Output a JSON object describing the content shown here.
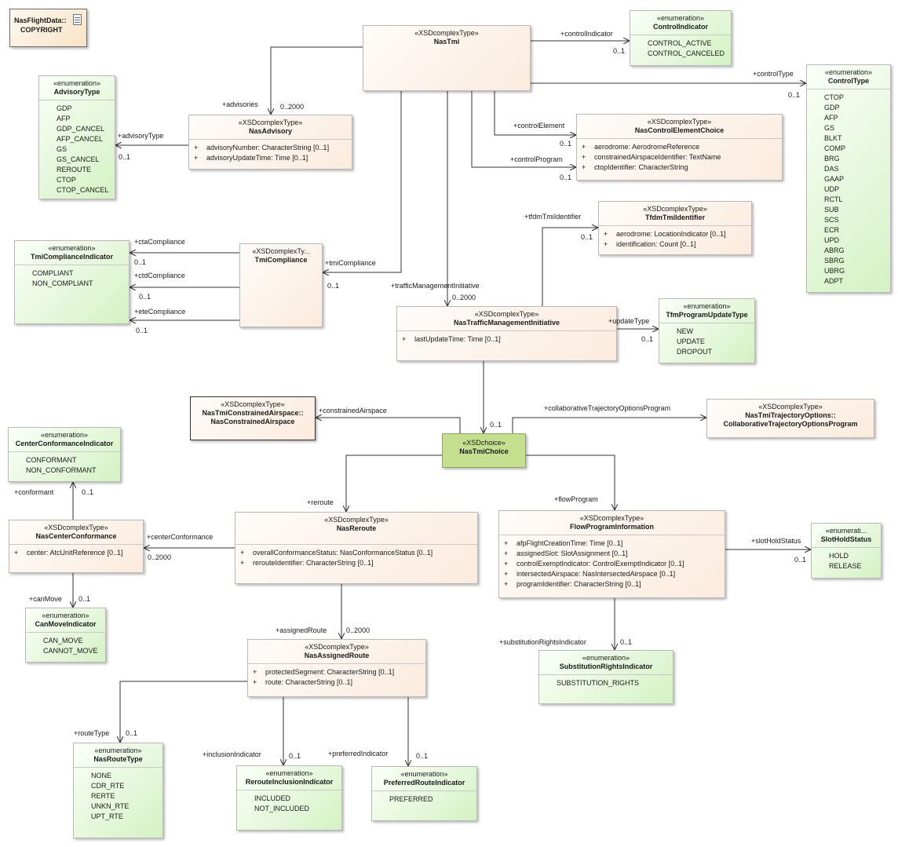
{
  "note": {
    "line1": "NasFlightData::",
    "line2": "COPYRIGHT"
  },
  "classes": {
    "nastmi": {
      "stereo": "«XSDcomplexType»",
      "name": "NasTmi"
    },
    "control_indicator": {
      "stereo": "«enumeration»",
      "name": "ControlIndicator",
      "items": [
        "CONTROL_ACTIVE",
        "CONTROL_CANCELED"
      ]
    },
    "control_type": {
      "stereo": "«enumeration»",
      "name": "ControlType",
      "items": [
        "CTOP",
        "GDP",
        "AFP",
        "GS",
        "BLKT",
        "COMP",
        "BRG",
        "DAS",
        "GAAP",
        "UDP",
        "RCTL",
        "SUB",
        "SCS",
        "ECR",
        "UPD",
        "ABRG",
        "SBRG",
        "UBRG",
        "ADPT"
      ]
    },
    "advisory_type": {
      "stereo": "«enumeration»",
      "name": "AdvisoryType",
      "items": [
        "GDP",
        "AFP",
        "GDP_CANCEL",
        "AFP_CANCEL",
        "GS",
        "GS_CANCEL",
        "REROUTE",
        "CTOP",
        "CTOP_CANCEL"
      ]
    },
    "nas_advisory": {
      "stereo": "«XSDcomplexType»",
      "name": "NasAdvisory",
      "attrs": [
        {
          "vis": "+",
          "text": "advisoryNumber: CharacterString [0..1]"
        },
        {
          "vis": "+",
          "text": "advisoryUpdateTime: Time [0..1]"
        }
      ]
    },
    "control_element_choice": {
      "stereo": "«XSDcomplexType»",
      "name": "NasControlElementChoice",
      "attrs": [
        {
          "vis": "+",
          "text": "aerodrome: AerodromeReference"
        },
        {
          "vis": "+",
          "text": "constrainedAirspaceIdentifier: TextName"
        },
        {
          "vis": "+",
          "text": "ctopIdentifier: CharacterString"
        }
      ]
    },
    "tfdm": {
      "stereo": "«XSDcomplexType»",
      "name": "TfdmTmiIdentifier",
      "attrs": [
        {
          "vis": "+",
          "text": "aerodrome: LocationIndicator [0..1]"
        },
        {
          "vis": "+",
          "text": "identification: Count [0..1]"
        }
      ]
    },
    "tmi_compliance_indicator": {
      "stereo": "«enumeration»",
      "name": "TmiComplianceIndicator",
      "items": [
        "COMPLIANT",
        "NON_COMPLIANT"
      ]
    },
    "tmi_compliance": {
      "stereo": "«XSDcomplexTy...",
      "name": "TmiCompliance"
    },
    "ntmi": {
      "stereo": "«XSDcomplexType»",
      "name": "NasTrafficManagementInitiative",
      "attrs": [
        {
          "vis": "+",
          "text": "lastUpdateTime: Time [0..1]"
        }
      ]
    },
    "update_type": {
      "stereo": "«enumeration»",
      "name": "TfmProgramUpdateType",
      "items": [
        "NEW",
        "UPDATE",
        "DROPOUT"
      ]
    },
    "constrained_airspace": {
      "stereo": "«XSDcomplexType»",
      "name1": "NasTmiConstrainedAirspace::",
      "name2": "NasConstrainedAirspace"
    },
    "traj_options": {
      "stereo": "«XSDcomplexType»",
      "name1": "NasTmiTrajectoryOptions::",
      "name2": "CollaborativeTrajectoryOptionsProgram"
    },
    "tmi_choice": {
      "stereo": "«XSDchoice»",
      "name": "NasTmiChoice"
    },
    "center_conf_indicator": {
      "stereo": "«enumeration»",
      "name": "CenterConformanceIndicator",
      "items": [
        "CONFORMANT",
        "NON_CONFORMANT"
      ]
    },
    "center_conformance": {
      "stereo": "«XSDcomplexType»",
      "name": "NasCenterConformance",
      "attrs": [
        {
          "vis": "+",
          "text": "center: AtcUnitReference [0..1]"
        }
      ]
    },
    "can_move": {
      "stereo": "«enumeration»",
      "name": "CanMoveIndicator",
      "items": [
        "CAN_MOVE",
        "CANNOT_MOVE"
      ]
    },
    "nas_reroute": {
      "stereo": "«XSDcomplexType»",
      "name": "NasReroute",
      "attrs": [
        {
          "vis": "+",
          "text": "overallConformanceStatus: NasConformanceStatus [0..1]"
        },
        {
          "vis": "+",
          "text": "rerouteIdentifier: CharacterString [0..1]"
        }
      ]
    },
    "flow_program": {
      "stereo": "«XSDcomplexType»",
      "name": "FlowProgramInformation",
      "attrs": [
        {
          "vis": "+",
          "text": "afpFlightCreationTime: Time [0..1]"
        },
        {
          "vis": "+",
          "text": "assignedSlot: SlotAssignment [0..1]"
        },
        {
          "vis": "+",
          "text": "controlExemptIndicator: ControlExemptIndicator [0..1]"
        },
        {
          "vis": "+",
          "text": "intersectedAirspace: NasIntersectedAirspace [0..1]"
        },
        {
          "vis": "+",
          "text": "programIdentifier: CharacterString [0..1]"
        }
      ]
    },
    "slot_hold": {
      "stereo": "«enumerati...",
      "name": "SlotHoldStatus",
      "items": [
        "HOLD",
        "RELEASE"
      ]
    },
    "subst_rights": {
      "stereo": "«enumeration»",
      "name": "SubstitutionRightsIndicator",
      "items": [
        "SUBSTITUTION_RIGHTS"
      ]
    },
    "assigned_route": {
      "stereo": "«XSDcomplexType»",
      "name": "NasAssignedRoute",
      "attrs": [
        {
          "vis": "+",
          "text": "protectedSegment: CharacterString [0..1]"
        },
        {
          "vis": "+",
          "text": "route: CharacterString [0..1]"
        }
      ]
    },
    "route_type": {
      "stereo": "«enumeration»",
      "name": "NasRouteType",
      "items": [
        "NONE",
        "CDR_RTE",
        "RERTE",
        "UNKN_RTE",
        "UPT_RTE"
      ]
    },
    "reroute_inclusion": {
      "stereo": "«enumeration»",
      "name": "RerouteInclusionIndicator",
      "items": [
        "INCLUDED",
        "NOT_INCLUDED"
      ]
    },
    "preferred_route": {
      "stereo": "«enumeration»",
      "name": "PreferredRouteIndicator",
      "items": [
        "PREFERRED"
      ]
    }
  },
  "labels": {
    "controlIndicator": "+controlIndicator",
    "ci_mult": "0..1",
    "controlType": "+controlType",
    "ct_mult": "0..1",
    "advisories": "+advisories",
    "adv_mult": "0..2000",
    "advisoryType": "+advisoryType",
    "at_mult": "0..1",
    "controlElement": "+controlElement",
    "ce_mult": "0..1",
    "controlProgram": "+controlProgram",
    "cp_mult": "0..1",
    "tfdmTmiIdentifier": "+tfdmTmiIdentifier",
    "tfdm_mult": "0..1",
    "ctaCompliance": "+ctaCompliance",
    "cta_mult": "0..1",
    "ctdCompliance": "+ctdCompliance",
    "ctd_mult": "0..1",
    "eteCompliance": "+eteCompliance",
    "ete_mult": "0..1",
    "tmiCompliance": "+tmiCompliance",
    "tc_mult": "0..1",
    "trafficManagementInitiative": "+trafficManagementInitiative",
    "tmi_mult": "0..2000",
    "updateType": "+updateType",
    "ut_mult": "0..1",
    "constrainedAirspace": "+constrainedAirspace",
    "choice_mult": "0..1",
    "collaborativeTrajectoryOptionsProgram": "+collaborativeTrajectoryOptionsProgram",
    "reroute": "+reroute",
    "flowProgram": "+flowProgram",
    "conformant": "+conformant",
    "conf_mult": "0..1",
    "centerConformance": "+centerConformance",
    "cc_mult": "0..2000",
    "canMove": "+canMove",
    "cm_mult": "0..1",
    "slotHoldStatus": "+slotHoldStatus",
    "sh_mult": "0..1",
    "substitutionRightsIndicator": "+substitutionRightsIndicator",
    "sr_mult": "0..1",
    "assignedRoute": "+assignedRoute",
    "ar_mult": "0..2000",
    "routeType": "+routeType",
    "rt_mult": "0..1",
    "inclusionIndicator": "+inclusionIndicator",
    "ii_mult": "0..1",
    "preferredIndicator": "+preferredIndicator",
    "pi_mult": "0..1"
  },
  "colors": {
    "complex_type": "#fbebdd",
    "enumeration": "#d4f2c4",
    "choice": "#c4df8e",
    "line": "#333333"
  }
}
